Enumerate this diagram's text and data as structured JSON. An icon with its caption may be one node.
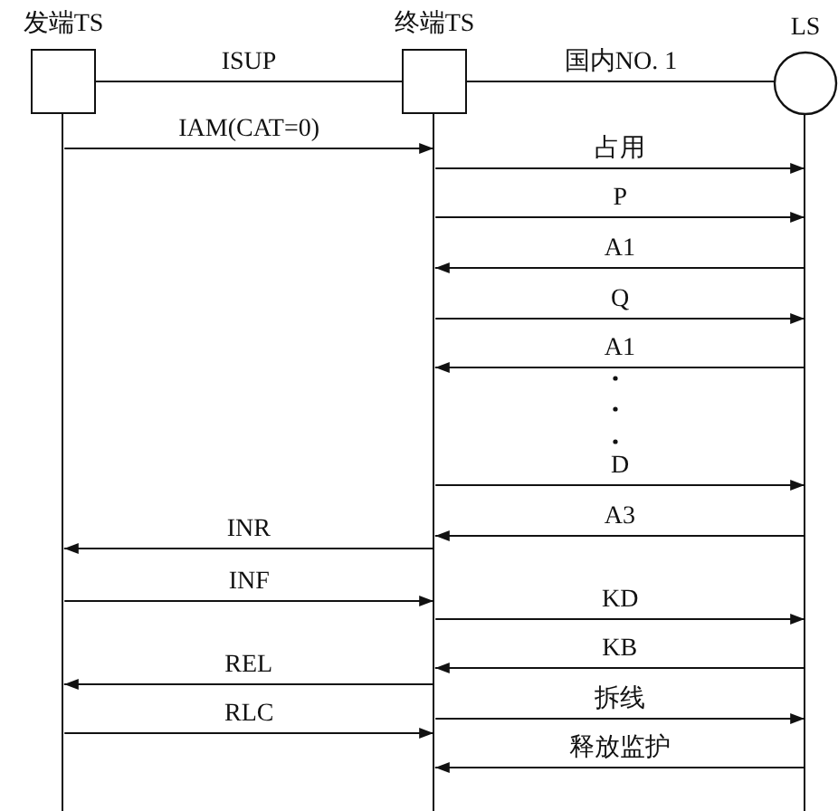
{
  "diagram": {
    "nodes": [
      {
        "text": [
          "发端TS"
        ]
      },
      {
        "text": [
          "终端TS"
        ]
      },
      {
        "text": [
          "LS"
        ]
      }
    ],
    "edges": [
      {
        "from": 0,
        "to": 1,
        "arrow": "none",
        "label": "ISUP"
      },
      {
        "from": 1,
        "to": 2,
        "arrow": "none",
        "label": "国内NO. 1"
      },
      {
        "from": 0,
        "to": 1,
        "arrow": "to",
        "label": "IAM(CAT=0)"
      },
      {
        "from": 1,
        "to": 2,
        "arrow": "to",
        "label": "占用"
      },
      {
        "from": 1,
        "to": 2,
        "arrow": "to",
        "label": "P"
      },
      {
        "from": 2,
        "to": 1,
        "arrow": "to",
        "label": "A1"
      },
      {
        "from": 1,
        "to": 2,
        "arrow": "to",
        "label": "Q"
      },
      {
        "from": 2,
        "to": 1,
        "arrow": "to",
        "label": "A1"
      },
      {
        "from": 1,
        "to": 2,
        "arrow": "to",
        "label": "D"
      },
      {
        "from": 2,
        "to": 1,
        "arrow": "to",
        "label": "A3"
      },
      {
        "from": 1,
        "to": 0,
        "arrow": "to",
        "label": "INR"
      },
      {
        "from": 0,
        "to": 1,
        "arrow": "to",
        "label": "INF"
      },
      {
        "from": 1,
        "to": 2,
        "arrow": "to",
        "label": "KD"
      },
      {
        "from": 2,
        "to": 1,
        "arrow": "to",
        "label": "KB"
      },
      {
        "from": 1,
        "to": 0,
        "arrow": "to",
        "label": "REL"
      },
      {
        "from": 1,
        "to": 2,
        "arrow": "to",
        "label": "拆线"
      },
      {
        "from": 0,
        "to": 1,
        "arrow": "to",
        "label": "RLC"
      },
      {
        "from": 2,
        "to": 1,
        "arrow": "to",
        "label": "释放监护"
      }
    ]
  }
}
